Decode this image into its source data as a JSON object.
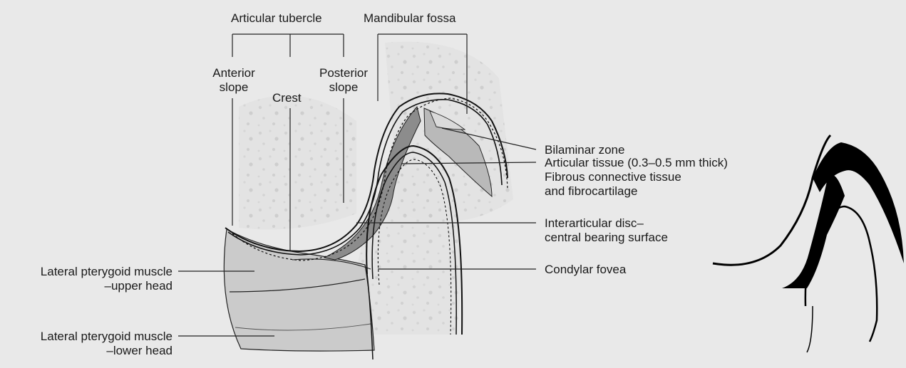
{
  "labels": {
    "articular_tubercle": "Articular tubercle",
    "mandibular_fossa": "Mandibular fossa",
    "anterior_slope": [
      "Anterior",
      "slope"
    ],
    "crest": "Crest",
    "posterior_slope": [
      "Posterior",
      "slope"
    ],
    "bilaminar_zone": "Bilaminar zone",
    "articular_tissue": [
      "Articular tissue (0.3–0.5 mm thick)",
      "Fibrous connective tissue",
      "and fibrocartilage"
    ],
    "interarticular_disc": [
      "Interarticular disc–",
      "central bearing surface"
    ],
    "condylar_fovea": "Condylar fovea",
    "lateral_pterygoid_upper": [
      "Lateral pterygoid muscle",
      "–upper head"
    ],
    "lateral_pterygoid_lower": [
      "Lateral pterygoid muscle",
      "–lower head"
    ]
  },
  "colors": {
    "background": "#e9e9e9",
    "bone_texture": "#d2d2d2",
    "muscle": "#c9c9c9",
    "disc": "#8c8c8c",
    "line": "#111111",
    "inset_fill": "#000000"
  }
}
